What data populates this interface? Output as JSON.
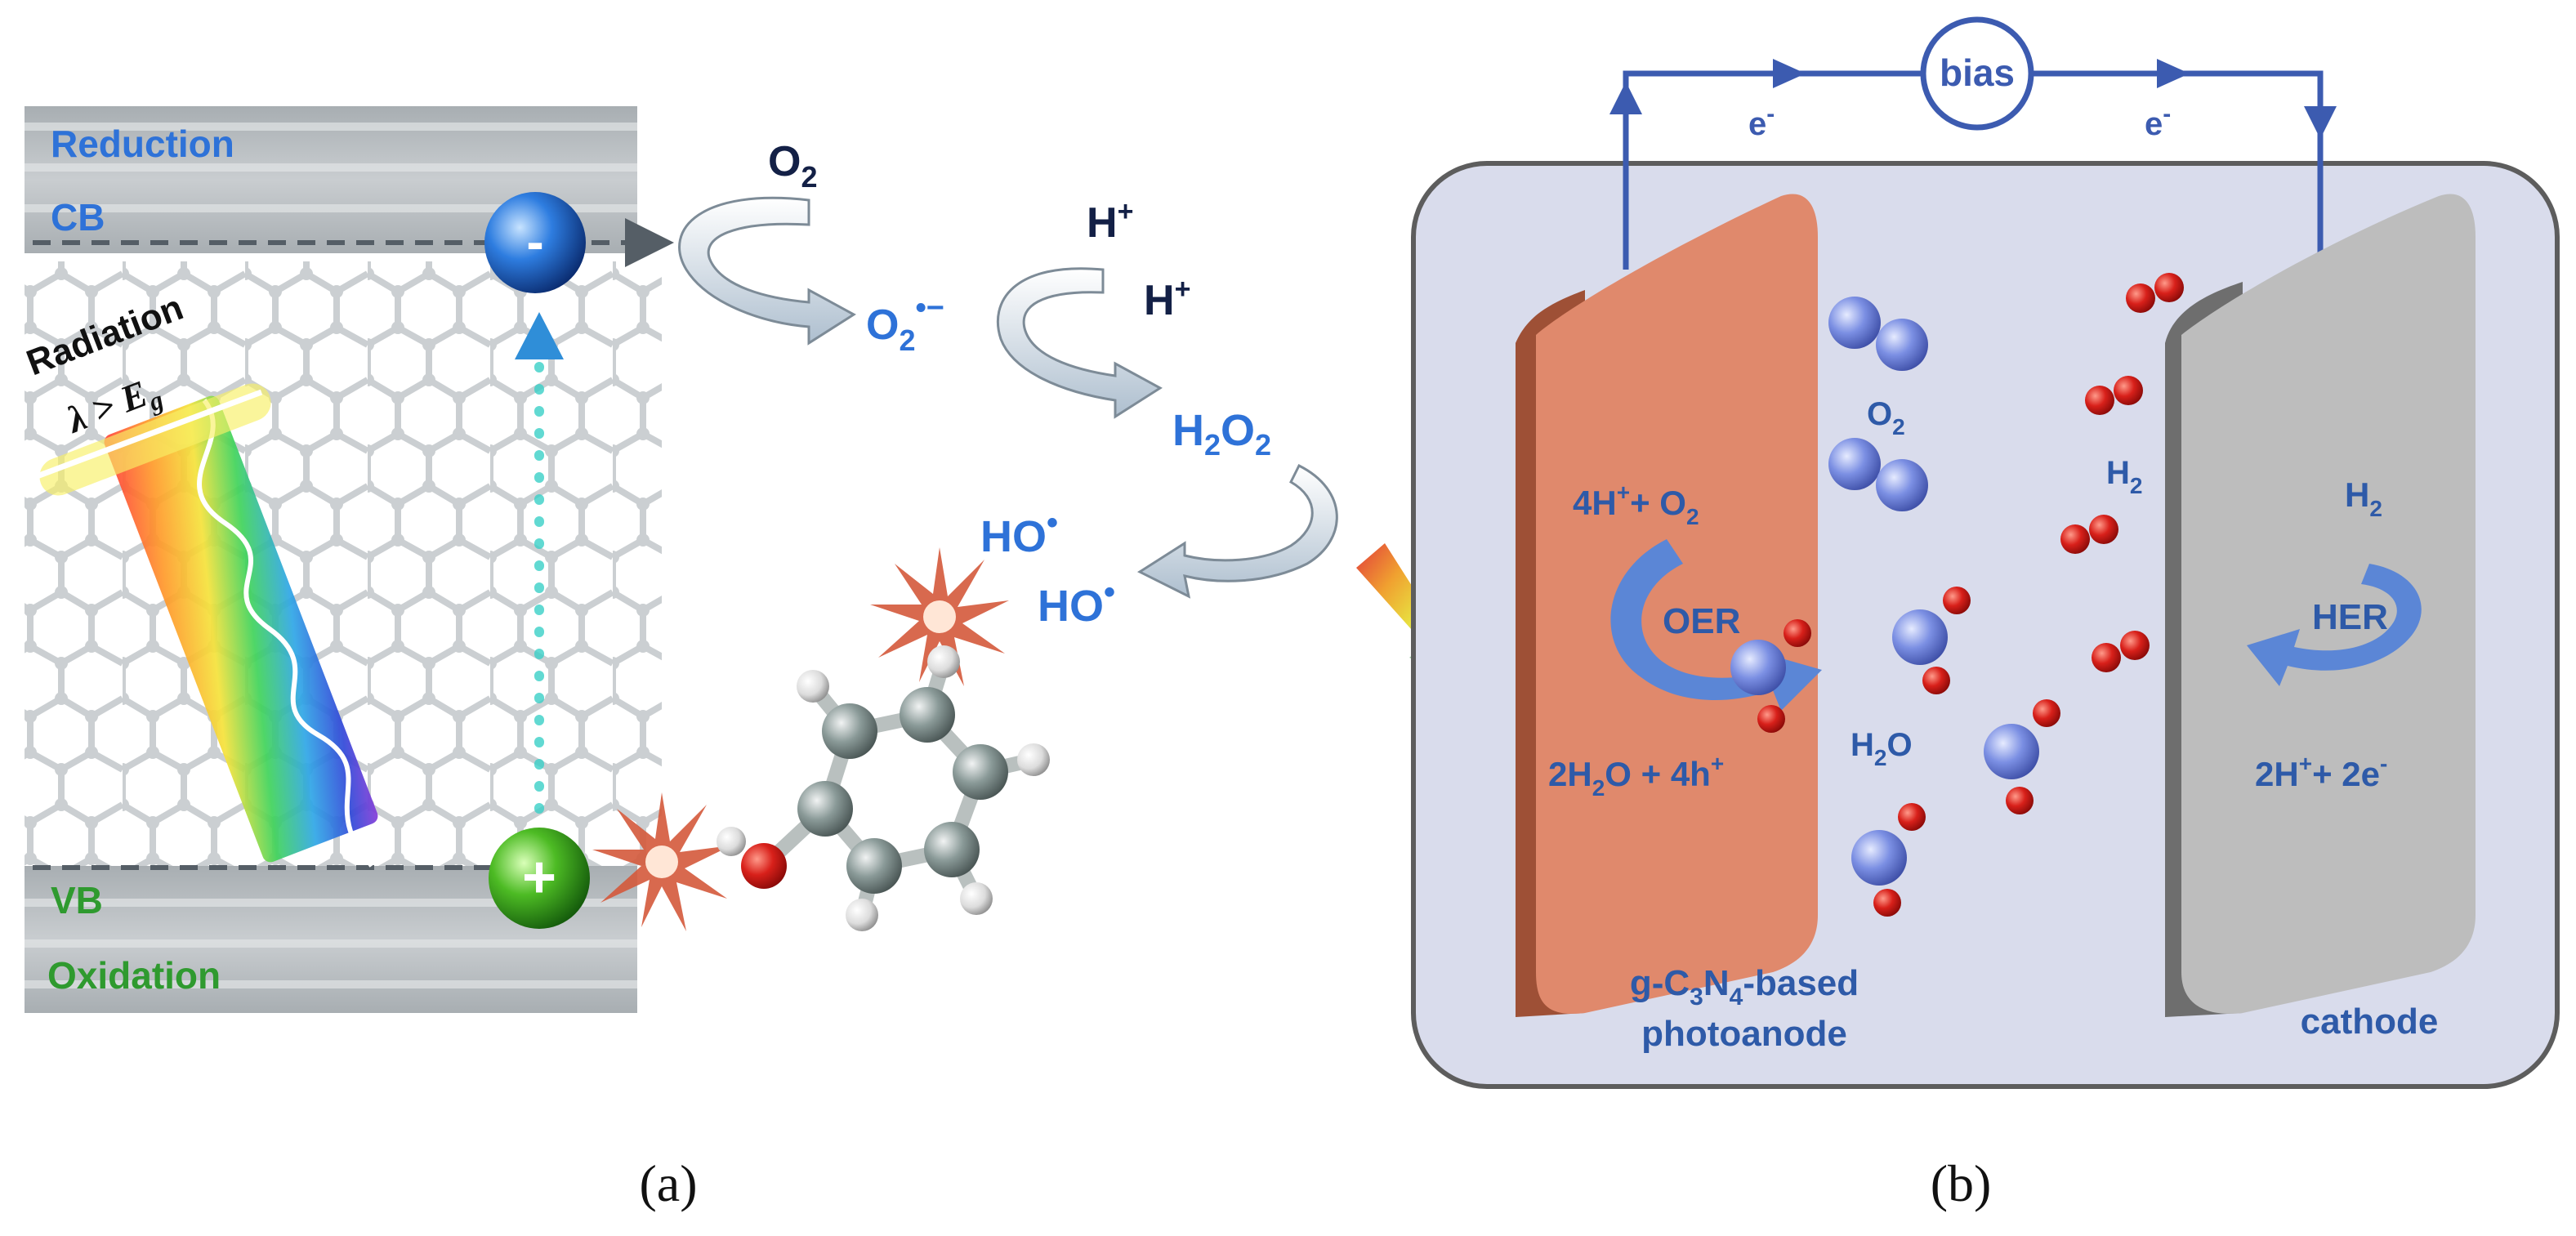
{
  "panel_a": {
    "band_labels": {
      "reduction": "Reduction",
      "cb": "CB",
      "vb": "VB",
      "oxidation": "Oxidation"
    },
    "radiation": {
      "label": "Radiation",
      "condition": "λ > E",
      "condition_sub": "g"
    },
    "electron_symbol": "-",
    "hole_symbol": "+",
    "species": {
      "o2": "O",
      "o2_sub": "2",
      "superoxide": "O",
      "superoxide_sub": "2",
      "superoxide_sup": "•−",
      "h_plus_1": "H",
      "h_plus_1_sup": "+",
      "h_plus_2": "H",
      "h_plus_2_sup": "+",
      "h2o2_a": "H",
      "h2o2_sub1": "2",
      "h2o2_b": "O",
      "h2o2_sub2": "2",
      "ho_1": "HO",
      "ho_1_sup": "•",
      "ho_2": "HO",
      "ho_2_sup": "•"
    },
    "caption": "(a)"
  },
  "panel_b": {
    "bias": "bias",
    "electron_left": "e",
    "electron_left_sup": "-",
    "electron_right": "e",
    "electron_right_sup": "-",
    "anode_reaction_top": "4H",
    "anode_reaction_top_sup": "+",
    "anode_reaction_top_rest": "+ O",
    "anode_reaction_top_sub": "2",
    "oer": "OER",
    "anode_reaction_bottom_a": "2H",
    "anode_reaction_bottom_sub": "2",
    "anode_reaction_bottom_b": "O + 4h",
    "anode_reaction_bottom_sup": "+",
    "o2_label": "O",
    "o2_label_sub": "2",
    "h2o_label_a": "H",
    "h2o_label_sub": "2",
    "h2o_label_b": "O",
    "h2_label": "H",
    "h2_label_sub": "2",
    "cathode_h2": "H",
    "cathode_h2_sub": "2",
    "her": "HER",
    "cathode_reaction_a": "2H",
    "cathode_reaction_sup1": "+",
    "cathode_reaction_b": "+ 2e",
    "cathode_reaction_sup2": "-",
    "photoanode_line1_a": "g-C",
    "photoanode_line1_sub1": "3",
    "photoanode_line1_b": "N",
    "photoanode_line1_sub2": "4",
    "photoanode_line1_c": "-based",
    "photoanode_line2": "photoanode",
    "cathode_label": "cathode",
    "caption": "(b)"
  },
  "colors": {
    "blue_text": "#2e72d8",
    "green_text": "#2f9a2f",
    "navy_text": "#132046",
    "panel_blue": "#3c5bb0",
    "cell_fill": "#d9dcec",
    "anode": "#e0896c",
    "cathode": "#bdbdbd",
    "oxygen_red": "#d8201a",
    "molecule_blue": "#7b8fe3"
  }
}
